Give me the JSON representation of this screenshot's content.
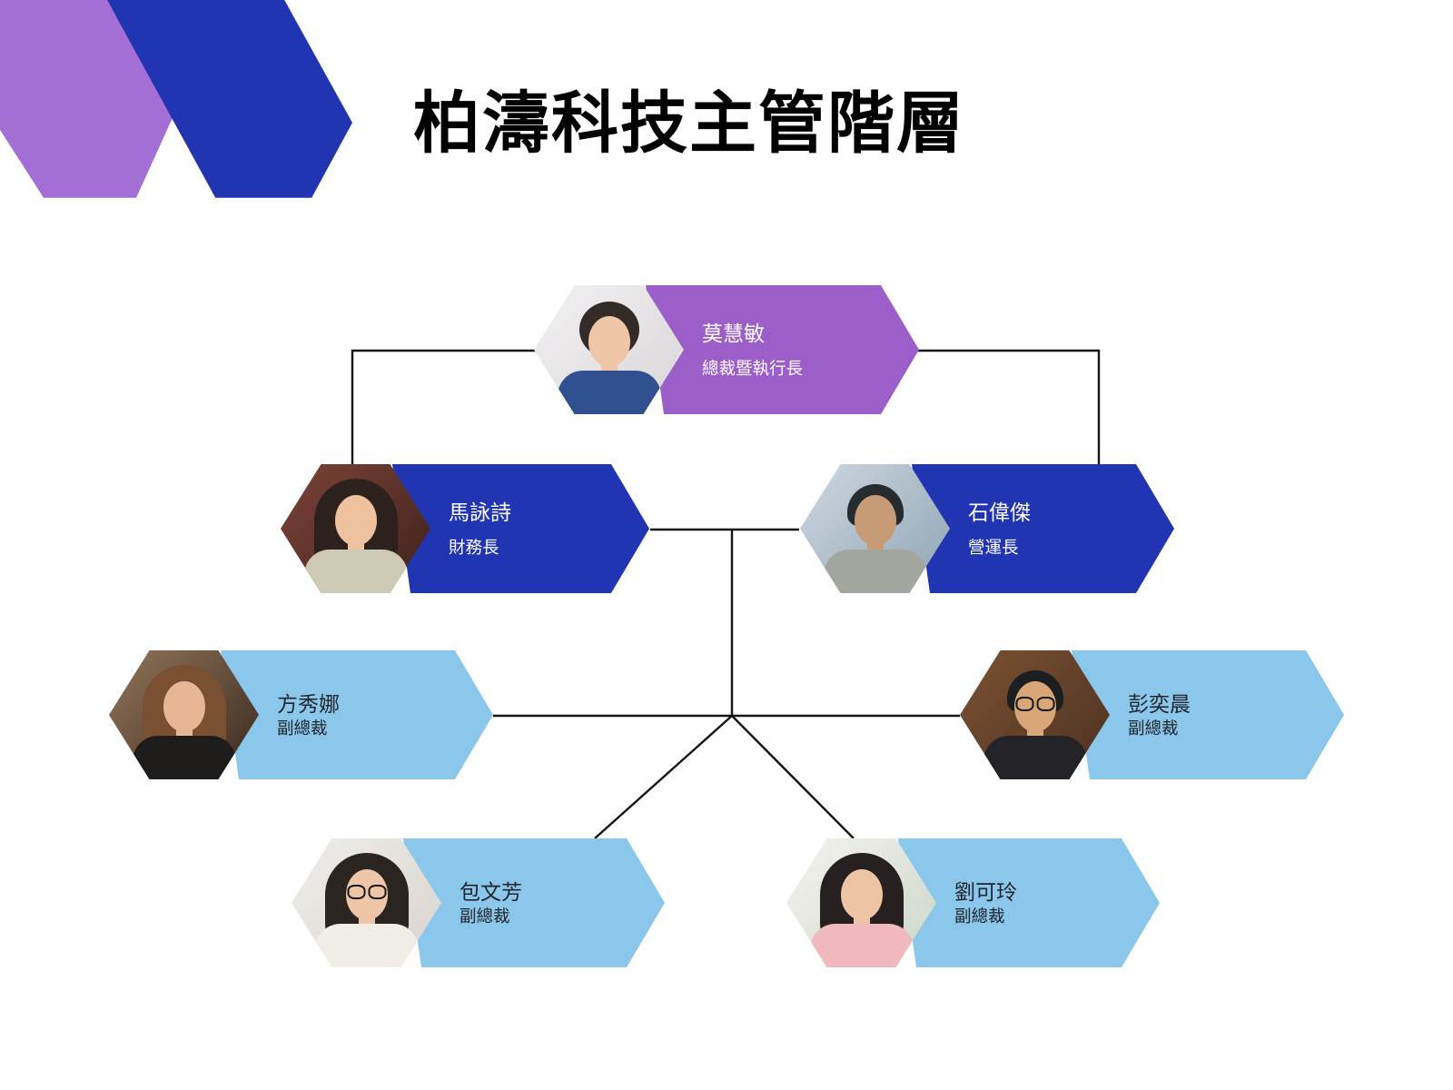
{
  "title": "柏濤科技主管階層",
  "colors": {
    "brand_purple_banner": "#9c5ec9",
    "brand_purple_decor": "#a46fd4",
    "brand_dark_blue": "#2134b2",
    "brand_light_blue": "#8bc7ea",
    "connector_line": "#141414",
    "title_text": "#000000",
    "light_banner_text": "#20252e",
    "dark_banner_text": "#ffffff"
  },
  "levels": [
    [
      "莫慧敏"
    ],
    [
      "馬詠詩",
      "石偉傑"
    ],
    [
      "方秀娜",
      "彭奕晨"
    ],
    [
      "包文芳",
      "劉可玲"
    ]
  ],
  "people": [
    {
      "name": "莫慧敏",
      "role": "總裁暨執行長",
      "photo": {
        "hairstyle": "tied",
        "glasses": false,
        "bg1": "#f3f1f3",
        "bg2": "#d9d5d8",
        "hair": "#342a28",
        "skin": "#f0c6a8",
        "shirt": "#31508f"
      }
    },
    {
      "name": "馬詠詩",
      "role": "財務長",
      "photo": {
        "hairstyle": "long",
        "glasses": false,
        "bg1": "#7c4338",
        "bg2": "#3f211d",
        "hair": "#2c211d",
        "skin": "#efc29f",
        "shirt": "#cdc9b4"
      }
    },
    {
      "name": "石偉傑",
      "role": "營運長",
      "photo": {
        "hairstyle": "short",
        "glasses": false,
        "bg1": "#cdd8e2",
        "bg2": "#90a3b2",
        "hair": "#262c30",
        "skin": "#c89b77",
        "shirt": "#a3a69f"
      }
    },
    {
      "name": "方秀娜",
      "role": "副總裁",
      "photo": {
        "hairstyle": "long",
        "glasses": false,
        "bg1": "#93755a",
        "bg2": "#38291f",
        "hair": "#7b4f32",
        "skin": "#e7b795",
        "shirt": "#1f1d1c"
      }
    },
    {
      "name": "彭奕晨",
      "role": "副總裁",
      "photo": {
        "hairstyle": "short",
        "glasses": true,
        "bg1": "#7a5233",
        "bg2": "#4c3120",
        "hair": "#1d1e20",
        "skin": "#d9a678",
        "shirt": "#222227"
      }
    },
    {
      "name": "包文芳",
      "role": "副總裁",
      "photo": {
        "hairstyle": "long",
        "glasses": true,
        "bg1": "#efedea",
        "bg2": "#d8d4cf",
        "hair": "#2b2521",
        "skin": "#eec5a6",
        "shirt": "#f1eee8"
      }
    },
    {
      "name": "劉可玲",
      "role": "副總裁",
      "photo": {
        "hairstyle": "long",
        "glasses": false,
        "bg1": "#f5f3f0",
        "bg2": "#ccd6c8",
        "hair": "#262020",
        "skin": "#eec4a4",
        "shirt": "#efb9be"
      }
    }
  ]
}
